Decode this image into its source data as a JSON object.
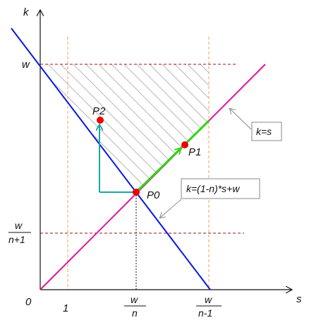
{
  "axes": {
    "x_label": "s",
    "y_label": "k",
    "origin_label": "0"
  },
  "x_ticks": {
    "one": "1",
    "w_over_n_num": "w",
    "w_over_n_den": "n",
    "w_over_n1_num": "w",
    "w_over_n1_den": "n-1"
  },
  "y_ticks": {
    "w": "w",
    "w_over_np1_num": "w",
    "w_over_np1_den": "n+1"
  },
  "points": {
    "p0": "P0",
    "p1": "P1",
    "p2": "P2"
  },
  "callouts": {
    "k_eq_s": "k=s",
    "k_eq_line": "k=(1-n)*s+w"
  },
  "colors": {
    "line_k_eq_s": "#e0149a",
    "line_budget": "#0a18e0",
    "segment_green": "#2fd313",
    "arrows_teal": "#1aa5a5",
    "points": "#ee0000",
    "guides_orange": "#f0a050",
    "guides_darkred": "#a01010",
    "hatch": "#b8b8b8"
  }
}
